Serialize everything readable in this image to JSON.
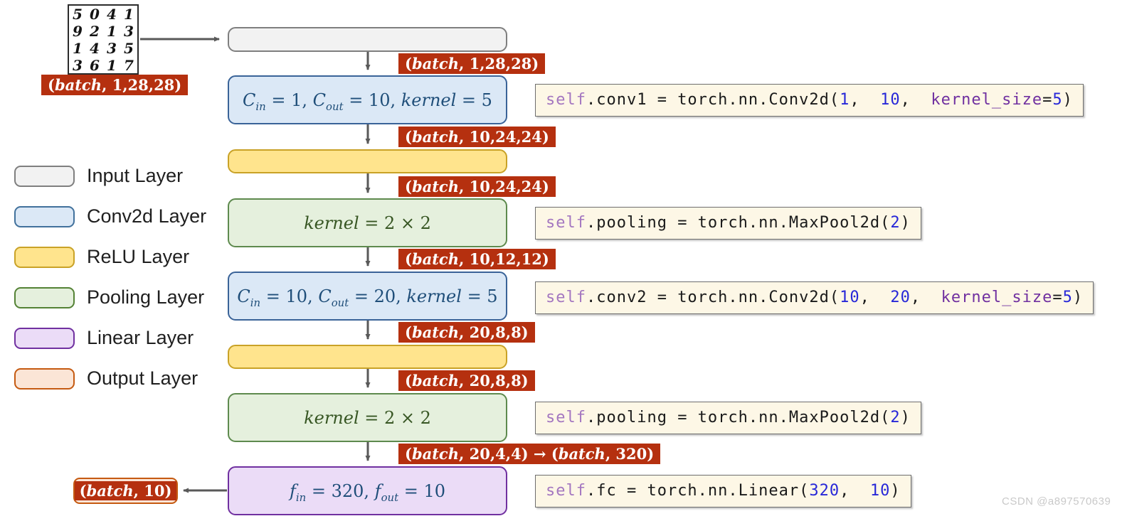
{
  "diagram": {
    "mnist": {
      "rows": [
        [
          "5",
          "0",
          "4",
          "1"
        ],
        [
          "9",
          "2",
          "1",
          "3"
        ],
        [
          "1",
          "4",
          "3",
          "5"
        ],
        [
          "3",
          "6",
          "1",
          "7"
        ]
      ],
      "shape_label": "(batch, 1,28,28)"
    },
    "legend": [
      {
        "id": "input",
        "label": "Input Layer",
        "fill": "#F2F2F2",
        "border": "#7F7F7F"
      },
      {
        "id": "conv2d",
        "label": "Conv2d Layer",
        "fill": "#DBE8F6",
        "border": "#41719C"
      },
      {
        "id": "relu",
        "label": "ReLU Layer",
        "fill": "#FFE48D",
        "border": "#C9A227"
      },
      {
        "id": "pooling",
        "label": "Pooling Layer",
        "fill": "#E5F0DD",
        "border": "#548235"
      },
      {
        "id": "linear",
        "label": "Linear Layer",
        "fill": "#EBDCF7",
        "border": "#7030A0"
      },
      {
        "id": "output",
        "label": "Output Layer",
        "fill": "#FBE5D6",
        "border": "#C55A11"
      }
    ],
    "boxes": {
      "conv1": "C_{in} = 1, C_{out} = 10, kernel = 5",
      "pool1": "kernel = 2 × 2",
      "conv2": "C_{in} = 10, C_{out} = 20, kernel = 5",
      "pool2": "kernel = 2 × 2",
      "linear": "f_{in} = 320, f_{out} = 10"
    },
    "shape_labels": {
      "after_input": "(batch, 1,28,28)",
      "after_conv1": "(batch, 10,24,24)",
      "after_relu1": "(batch, 10,24,24)",
      "after_pool1": "(batch, 10,12,12)",
      "after_conv2": "(batch, 20,8,8)",
      "after_relu2": "(batch, 20,8,8)",
      "after_pool2": "(batch, 20,4,4) → (batch, 320)",
      "output": "(batch, 10)"
    },
    "code": [
      {
        "id": "conv1",
        "tokens": [
          {
            "t": "self",
            "c": "self"
          },
          {
            "t": ".conv1 = torch.nn.Conv2d(",
            "c": "plain"
          },
          {
            "t": "1",
            "c": "num"
          },
          {
            "t": ",  ",
            "c": "plain"
          },
          {
            "t": "10",
            "c": "num"
          },
          {
            "t": ",  ",
            "c": "plain"
          },
          {
            "t": "kernel_size",
            "c": "kwarg"
          },
          {
            "t": "=",
            "c": "plain"
          },
          {
            "t": "5",
            "c": "num"
          },
          {
            "t": ")",
            "c": "plain"
          }
        ]
      },
      {
        "id": "pool1",
        "tokens": [
          {
            "t": "self",
            "c": "self"
          },
          {
            "t": ".pooling = torch.nn.MaxPool2d(",
            "c": "plain"
          },
          {
            "t": "2",
            "c": "num"
          },
          {
            "t": ")",
            "c": "plain"
          }
        ]
      },
      {
        "id": "conv2",
        "tokens": [
          {
            "t": "self",
            "c": "self"
          },
          {
            "t": ".conv2 = torch.nn.Conv2d(",
            "c": "plain"
          },
          {
            "t": "10",
            "c": "num"
          },
          {
            "t": ",  ",
            "c": "plain"
          },
          {
            "t": "20",
            "c": "num"
          },
          {
            "t": ",  ",
            "c": "plain"
          },
          {
            "t": "kernel_size",
            "c": "kwarg"
          },
          {
            "t": "=",
            "c": "plain"
          },
          {
            "t": "5",
            "c": "num"
          },
          {
            "t": ")",
            "c": "plain"
          }
        ]
      },
      {
        "id": "pool2",
        "tokens": [
          {
            "t": "self",
            "c": "self"
          },
          {
            "t": ".pooling = torch.nn.MaxPool2d(",
            "c": "plain"
          },
          {
            "t": "2",
            "c": "num"
          },
          {
            "t": ")",
            "c": "plain"
          }
        ]
      },
      {
        "id": "fc",
        "tokens": [
          {
            "t": "self",
            "c": "self"
          },
          {
            "t": ".fc = torch.nn.Linear(",
            "c": "plain"
          },
          {
            "t": "320",
            "c": "num"
          },
          {
            "t": ",  ",
            "c": "plain"
          },
          {
            "t": "10",
            "c": "num"
          },
          {
            "t": ")",
            "c": "plain"
          }
        ]
      }
    ],
    "watermark": "CSDN @a897570639",
    "colors": {
      "shape_label_bg": "#B5300F",
      "arrow": "#595959",
      "code_bg": "#FDF7E6"
    }
  }
}
